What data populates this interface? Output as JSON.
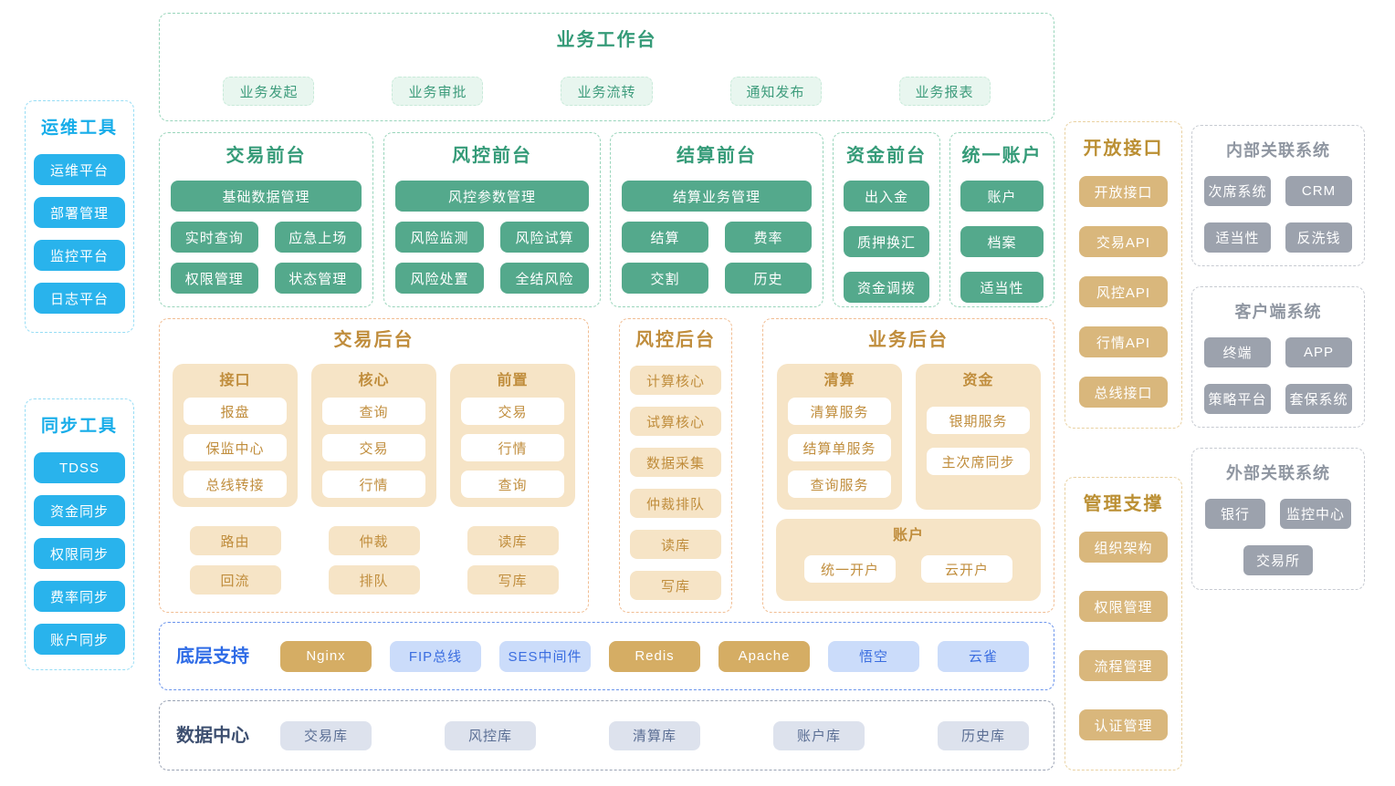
{
  "palette": {
    "green_button": "#54a98c",
    "green_title": "#359b78",
    "mint_chip_bg": "#e8f6ef",
    "cyan_button": "#29b3ec",
    "tan_group_bg": "#f6e4c6",
    "tan_text": "#c08d3c",
    "gold_button": "#d9b77c",
    "infra_gold": "#d5ad64",
    "infra_blue_bg": "#cbdcfa",
    "infra_blue_text": "#3a6de0",
    "infra_title": "#2e6be6",
    "datacenter_title": "#3d4f70",
    "datacenter_chip_bg": "#dde2ed",
    "gray_button": "#9ca2ad"
  },
  "sidebar_left": {
    "ops_tools": {
      "title": "运维工具",
      "items": [
        "运维平台",
        "部署管理",
        "监控平台",
        "日志平台"
      ]
    },
    "sync_tools": {
      "title": "同步工具",
      "items": [
        "TDSS",
        "资金同步",
        "权限同步",
        "费率同步",
        "账户同步"
      ]
    }
  },
  "workbench": {
    "title": "业务工作台",
    "items": [
      "业务发起",
      "业务审批",
      "业务流转",
      "通知发布",
      "业务报表"
    ]
  },
  "front_row": [
    {
      "title": "交易前台",
      "wide": "基础数据管理",
      "items": [
        "实时查询",
        "应急上场",
        "权限管理",
        "状态管理"
      ]
    },
    {
      "title": "风控前台",
      "wide": "风控参数管理",
      "items": [
        "风险监测",
        "风险试算",
        "风险处置",
        "全结风险"
      ]
    },
    {
      "title": "结算前台",
      "wide": "结算业务管理",
      "items": [
        "结算",
        "费率",
        "交割",
        "历史"
      ]
    },
    {
      "title": "资金前台",
      "items": [
        "出入金",
        "质押换汇",
        "资金调拨"
      ]
    },
    {
      "title": "统一账户",
      "items": [
        "账户",
        "档案",
        "适当性"
      ]
    }
  ],
  "trade_backend": {
    "title": "交易后台",
    "groups": [
      {
        "label": "接口",
        "items": [
          "报盘",
          "保监中心",
          "总线转接"
        ]
      },
      {
        "label": "核心",
        "items": [
          "查询",
          "交易",
          "行情"
        ]
      },
      {
        "label": "前置",
        "items": [
          "交易",
          "行情",
          "查询"
        ]
      }
    ],
    "extras": [
      [
        "路由",
        "回流"
      ],
      [
        "仲裁",
        "排队"
      ],
      [
        "读库",
        "写库"
      ]
    ]
  },
  "risk_backend": {
    "title": "风控后台",
    "items": [
      "计算核心",
      "试算核心",
      "数据采集",
      "仲裁排队",
      "读库",
      "写库"
    ]
  },
  "business_backend": {
    "title": "业务后台",
    "groups": [
      {
        "label": "清算",
        "items": [
          "清算服务",
          "结算单服务",
          "查询服务"
        ]
      },
      {
        "label": "资金",
        "items": [
          "银期服务",
          "主次席同步"
        ]
      }
    ],
    "account_group": {
      "label": "账户",
      "items": [
        "统一开户",
        "云开户"
      ]
    }
  },
  "infra": {
    "title": "底层支持",
    "items": [
      {
        "label": "Nginx",
        "style": "gold"
      },
      {
        "label": "FIP总线",
        "style": "blue"
      },
      {
        "label": "SES中间件",
        "style": "blue"
      },
      {
        "label": "Redis",
        "style": "gold"
      },
      {
        "label": "Apache",
        "style": "gold"
      },
      {
        "label": "悟空",
        "style": "blue"
      },
      {
        "label": "云雀",
        "style": "blue"
      }
    ]
  },
  "data_center": {
    "title": "数据中心",
    "items": [
      "交易库",
      "风控库",
      "清算库",
      "账户库",
      "历史库"
    ]
  },
  "open_api": {
    "title": "开放接口",
    "items": [
      "开放接口",
      "交易API",
      "风控API",
      "行情API",
      "总线接口"
    ]
  },
  "mgmt": {
    "title": "管理支撑",
    "items": [
      "组织架构",
      "权限管理",
      "流程管理",
      "认证管理"
    ]
  },
  "right_systems": {
    "internal": {
      "title": "内部关联系统",
      "items": [
        "次席系统",
        "CRM",
        "适当性",
        "反洗钱"
      ]
    },
    "client": {
      "title": "客户端系统",
      "items": [
        "终端",
        "APP",
        "策略平台",
        "套保系统"
      ]
    },
    "external": {
      "title": "外部关联系统",
      "items": [
        "银行",
        "监控中心",
        "交易所"
      ]
    }
  }
}
